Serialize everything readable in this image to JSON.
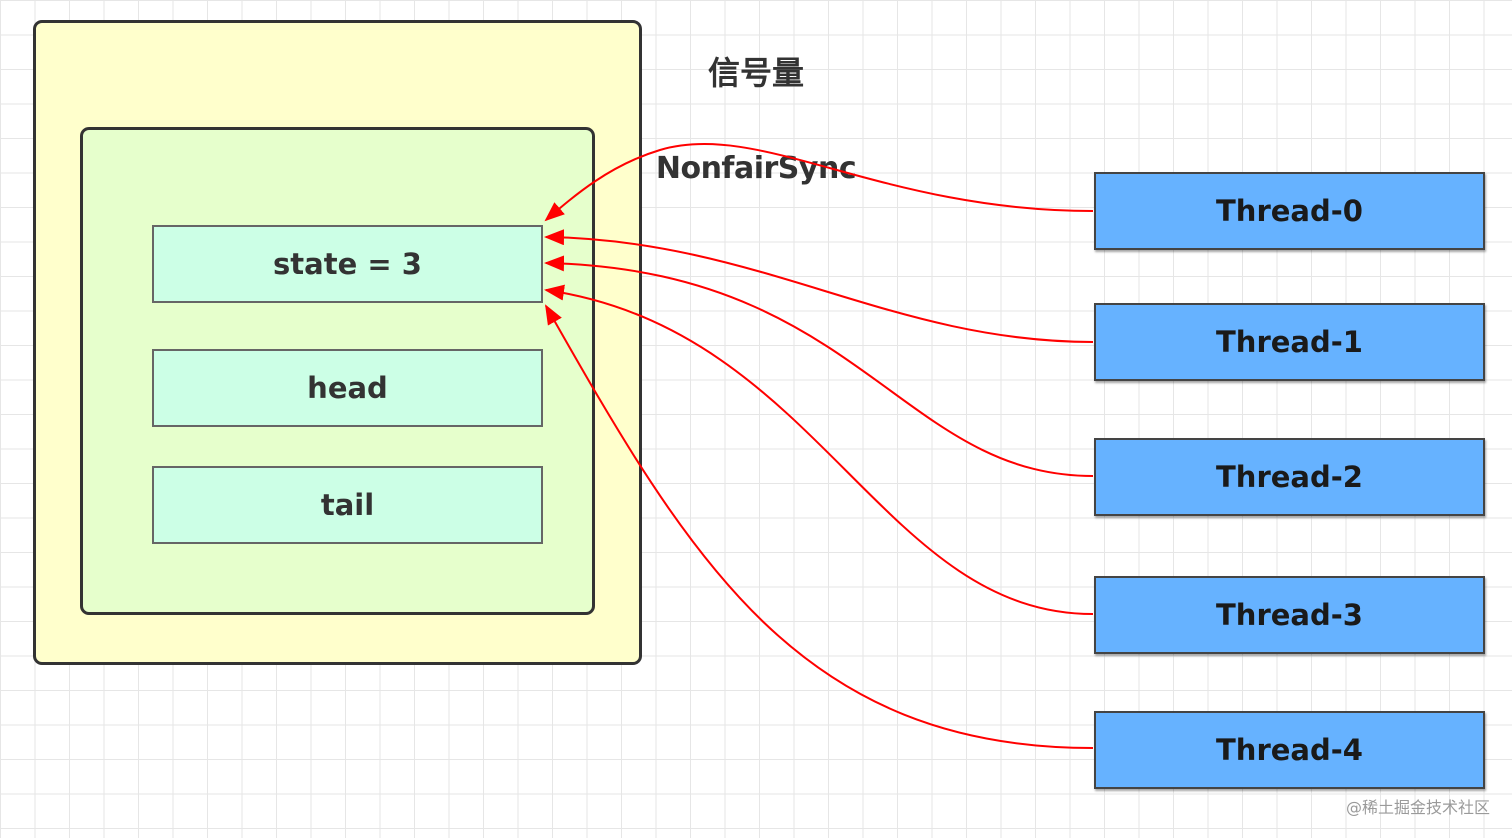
{
  "semaphore": {
    "title": "信号量"
  },
  "sync": {
    "title": "NonfairSync",
    "fields": [
      "state = 3",
      "head",
      "tail"
    ]
  },
  "threads": [
    "Thread-0",
    "Thread-1",
    "Thread-2",
    "Thread-3",
    "Thread-4"
  ],
  "colors": {
    "semaphore_fill": "#ffffcc",
    "sync_fill": "#e6ffcc",
    "field_fill": "#ccffe6",
    "thread_fill": "#66b2ff",
    "arrow": "#ff0000"
  },
  "watermark": "@稀土掘金技术社区"
}
